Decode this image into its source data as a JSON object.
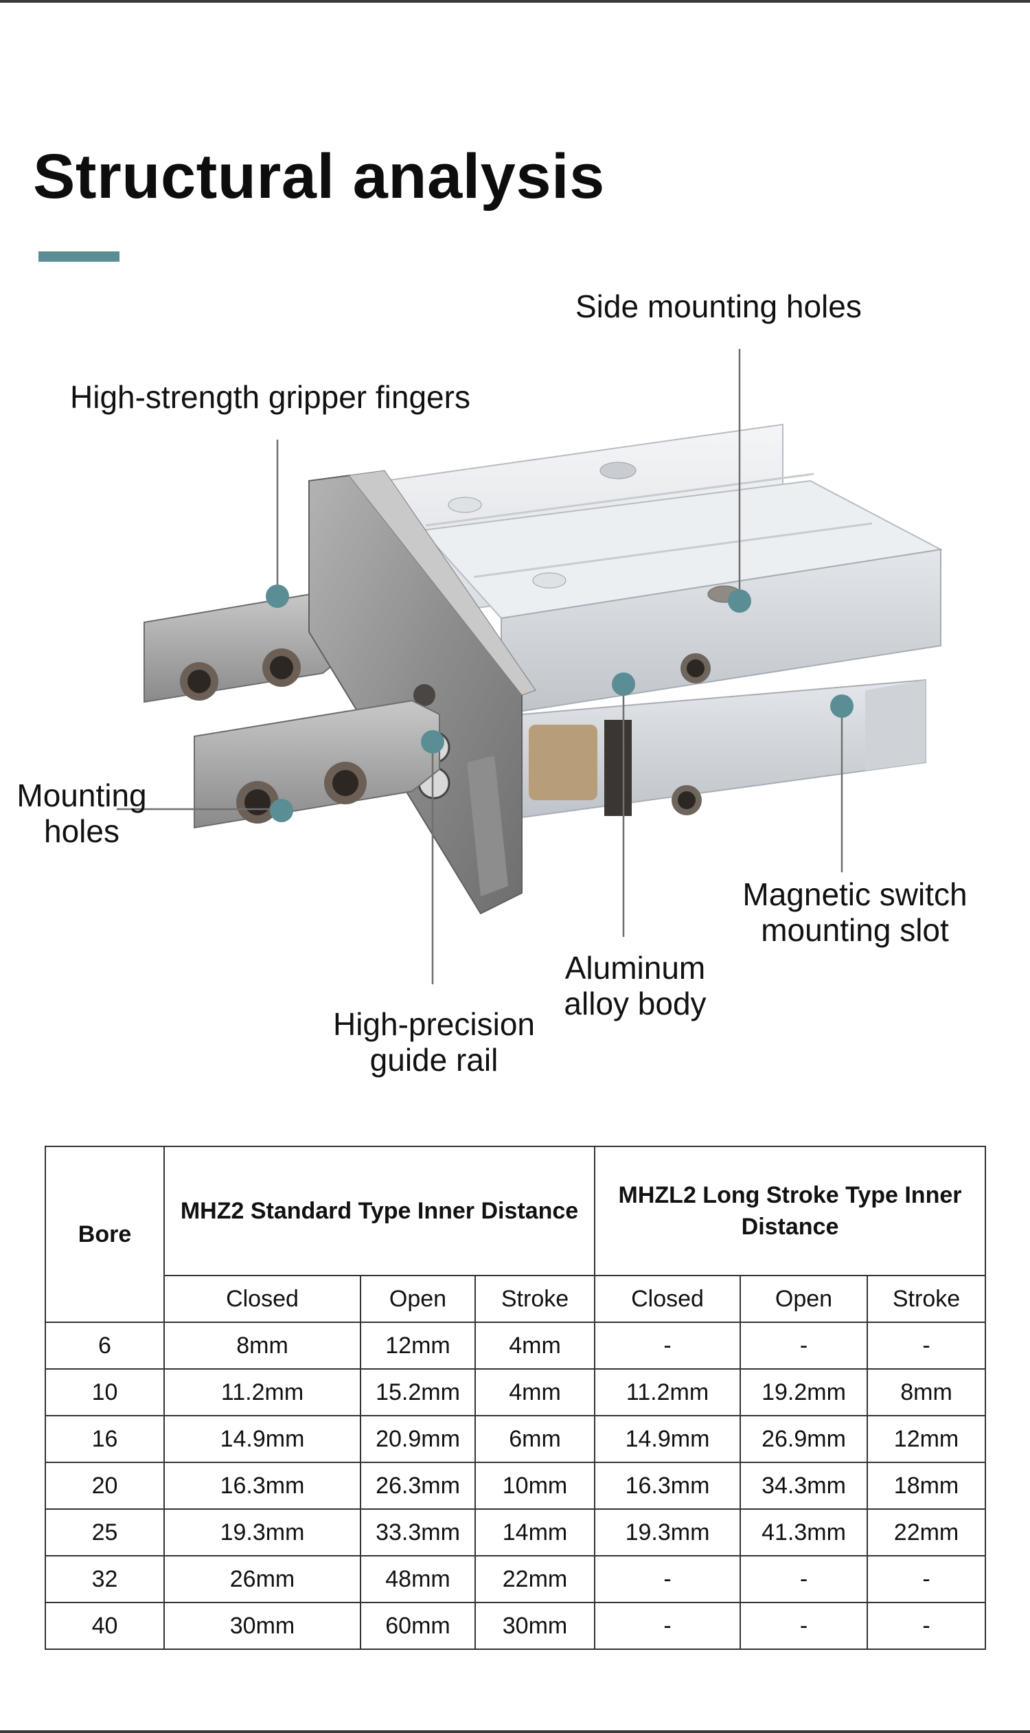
{
  "page": {
    "title": "Structural analysis",
    "accent_color": "#5b8d95"
  },
  "figure": {
    "subject": "pneumatic parallel gripper",
    "callouts": [
      {
        "id": "side-holes",
        "label": "Side mounting holes"
      },
      {
        "id": "fingers",
        "label": "High-strength gripper fingers"
      },
      {
        "id": "mounting-holes",
        "label": "Mounting holes"
      },
      {
        "id": "magnetic-slot",
        "label": "Magnetic switch mounting slot"
      },
      {
        "id": "aluminum-body",
        "label": "Aluminum alloy body"
      },
      {
        "id": "guide-rail",
        "label": "High-precision guide rail"
      }
    ],
    "callout_label_lines": {
      "side_holes": "Side mounting holes",
      "fingers": "High-strength gripper fingers",
      "mounting_holes_1": "Mounting",
      "mounting_holes_2": "holes",
      "magnetic_slot_1": "Magnetic switch",
      "magnetic_slot_2": "mounting slot",
      "aluminum_body_1": "Aluminum",
      "aluminum_body_2": "alloy body",
      "guide_rail_1": "High-precision",
      "guide_rail_2": "guide rail"
    },
    "marker_color": "#5b8d95"
  },
  "table": {
    "bore_header": "Bore",
    "groups": [
      {
        "title": "MHZ2 Standard Type Inner Distance"
      },
      {
        "title": "MHZL2 Long Stroke Type Inner Distance"
      }
    ],
    "sub_headers": [
      "Closed",
      "Open",
      "Stroke",
      "Closed",
      "Open",
      "Stroke"
    ],
    "rows": [
      {
        "bore": "6",
        "cells": [
          "8mm",
          "12mm",
          "4mm",
          "-",
          "-",
          "-"
        ]
      },
      {
        "bore": "10",
        "cells": [
          "11.2mm",
          "15.2mm",
          "4mm",
          "11.2mm",
          "19.2mm",
          "8mm"
        ]
      },
      {
        "bore": "16",
        "cells": [
          "14.9mm",
          "20.9mm",
          "6mm",
          "14.9mm",
          "26.9mm",
          "12mm"
        ]
      },
      {
        "bore": "20",
        "cells": [
          "16.3mm",
          "26.3mm",
          "10mm",
          "16.3mm",
          "34.3mm",
          "18mm"
        ]
      },
      {
        "bore": "25",
        "cells": [
          "19.3mm",
          "33.3mm",
          "14mm",
          "19.3mm",
          "41.3mm",
          "22mm"
        ]
      },
      {
        "bore": "32",
        "cells": [
          "26mm",
          "48mm",
          "22mm",
          "-",
          "-",
          "-"
        ]
      },
      {
        "bore": "40",
        "cells": [
          "30mm",
          "60mm",
          "30mm",
          "-",
          "-",
          "-"
        ]
      }
    ]
  }
}
